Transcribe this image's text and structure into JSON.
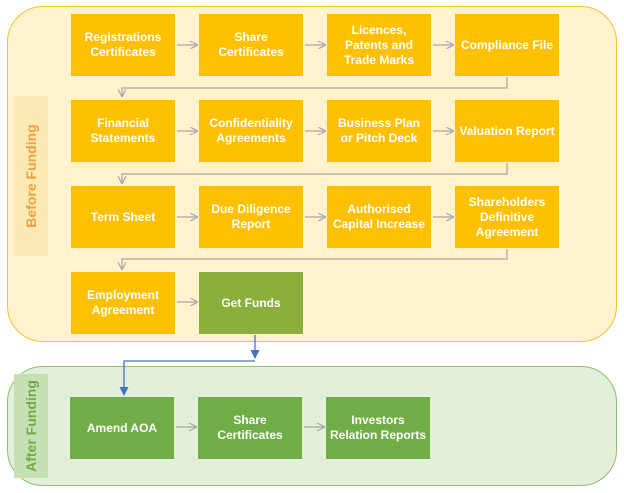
{
  "colors": {
    "before_panel_fill": "#fff2cc",
    "before_panel_border": "#f2c230",
    "after_panel_fill": "#e2efd9",
    "after_panel_border": "#8bbf6a",
    "step_box": "#ffc000",
    "final_before_box": "#8aaf3c",
    "after_box": "#70ad47",
    "arrow_gray": "#a6a6a6",
    "arrow_blue": "#4472c4"
  },
  "before_funding": {
    "label": "Before Funding",
    "rows": [
      [
        "Registrations Certificates",
        "Share Certificates",
        "Licences, Patents and Trade Marks",
        "Compliance File"
      ],
      [
        "Financial Statements",
        "Confidentiality Agreements",
        "Business Plan or Pitch Deck",
        "Valuation Report"
      ],
      [
        "Term Sheet",
        "Due Diligence Report",
        "Authorised Capital Increase",
        "Shareholders Definitive Agreement"
      ],
      [
        "Employment Agreement",
        "Get Funds"
      ]
    ]
  },
  "after_funding": {
    "label": "After Funding",
    "steps": [
      "Amend AOA",
      "Share Certificates",
      "Investors Relation Reports"
    ]
  }
}
